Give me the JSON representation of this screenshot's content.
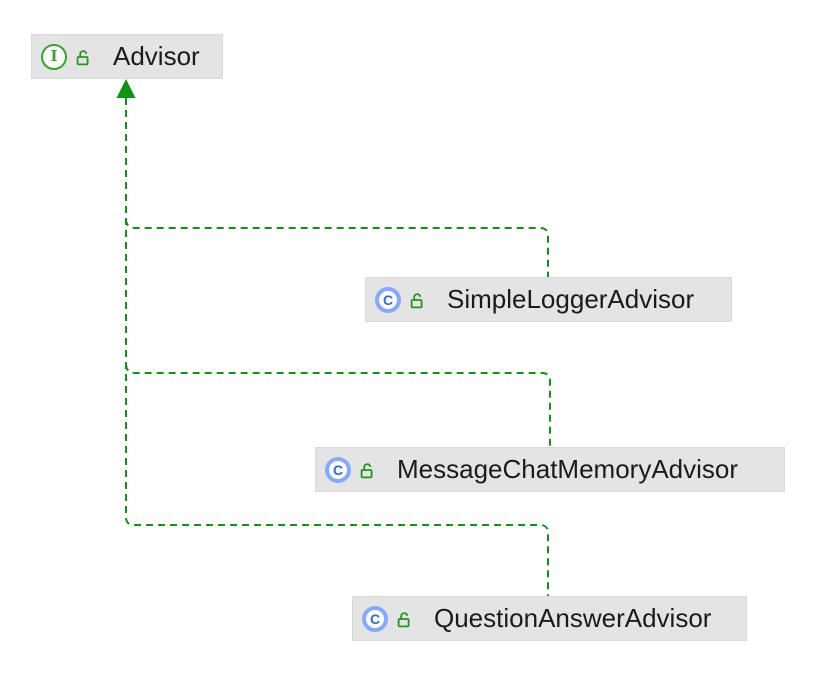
{
  "diagram": {
    "type": "class-hierarchy",
    "colors": {
      "edge_green": "#0E9412",
      "node_bg": "#E4E4E4",
      "node_border": "#D9D9D9",
      "text": "#1B1B1B",
      "interface_green": "#36A336",
      "lock_green": "#259425",
      "class_ring_blue": "#86AAF9",
      "class_letter_blue": "#3068D8"
    },
    "nodes": [
      {
        "id": "advisor",
        "label": "Advisor",
        "kind": "interface",
        "icon_letter": "I",
        "kind_icon": "interface-icon",
        "modifier_icon": "open-lock-icon"
      },
      {
        "id": "simple-logger-advisor",
        "label": "SimpleLoggerAdvisor",
        "kind": "class",
        "icon_letter": "C",
        "kind_icon": "class-icon",
        "modifier_icon": "open-lock-icon"
      },
      {
        "id": "message-chat-memory-advisor",
        "label": "MessageChatMemoryAdvisor",
        "kind": "class",
        "icon_letter": "C",
        "kind_icon": "class-icon",
        "modifier_icon": "open-lock-icon"
      },
      {
        "id": "question-answer-advisor",
        "label": "QuestionAnswerAdvisor",
        "kind": "class",
        "icon_letter": "C",
        "kind_icon": "class-icon",
        "modifier_icon": "open-lock-icon"
      }
    ],
    "edges": [
      {
        "from": "SimpleLoggerAdvisor",
        "to": "Advisor",
        "relation": "implements",
        "style": "dashed-green"
      },
      {
        "from": "MessageChatMemoryAdvisor",
        "to": "Advisor",
        "relation": "implements",
        "style": "dashed-green"
      },
      {
        "from": "QuestionAnswerAdvisor",
        "to": "Advisor",
        "relation": "implements",
        "style": "dashed-green"
      }
    ]
  }
}
